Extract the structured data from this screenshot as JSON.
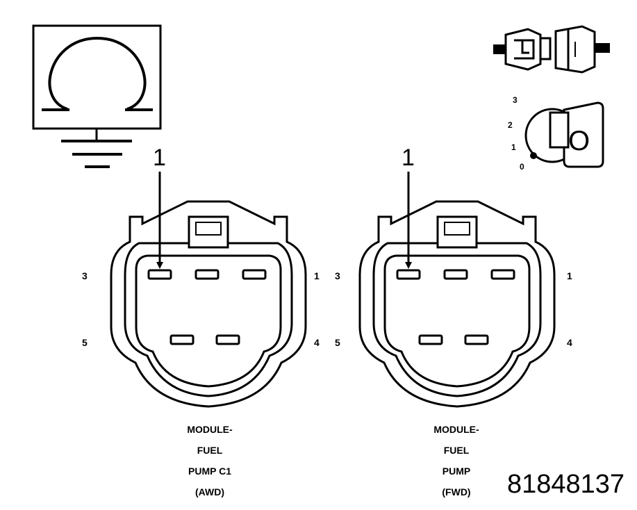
{
  "figure": {
    "number": "81848137",
    "callout": "1",
    "icons": [
      "ohmmeter-to-ground-icon",
      "connector-disconnected-icon",
      "ignition-key-off-icon"
    ],
    "ignition_positions": [
      "3",
      "2",
      "1",
      "0"
    ],
    "ignition_key_letter": "O"
  },
  "connectors": [
    {
      "label_lines": [
        "MODULE-",
        "FUEL",
        "PUMP C1",
        "(AWD)"
      ],
      "pins": {
        "top_left": "3",
        "top_right": "1",
        "bottom_left": "5",
        "bottom_right": "4"
      }
    },
    {
      "label_lines": [
        "MODULE-",
        "FUEL",
        "PUMP",
        "(FWD)"
      ],
      "pins": {
        "top_left": "3",
        "top_right": "1",
        "bottom_left": "5",
        "bottom_right": "4"
      }
    }
  ]
}
